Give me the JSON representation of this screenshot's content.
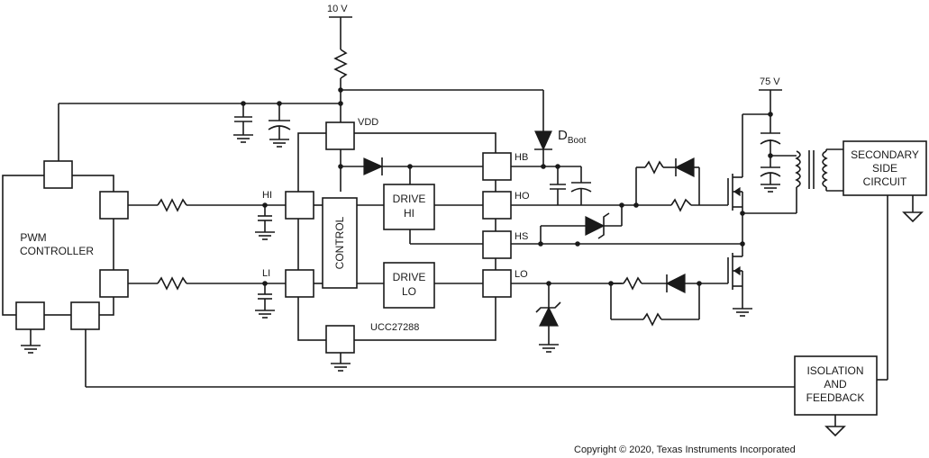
{
  "supplies": {
    "vcc": "10 V",
    "vin": "75 V"
  },
  "ic": {
    "part": "UCC27288",
    "control": "CONTROL",
    "drive_hi": [
      "DRIVE",
      "HI"
    ],
    "drive_lo": [
      "DRIVE",
      "LO"
    ]
  },
  "pins": {
    "vdd": "VDD",
    "hb": "HB",
    "ho": "HO",
    "hs": "HS",
    "lo": "LO",
    "hi": "HI",
    "li": "LI"
  },
  "diode_boot": {
    "main": "D",
    "sub": "Boot"
  },
  "blocks": {
    "pwm": [
      "PWM",
      "CONTROLLER"
    ],
    "secondary": [
      "SECONDARY",
      "SIDE",
      "CIRCUIT"
    ],
    "isolation": [
      "ISOLATION",
      "AND",
      "FEEDBACK"
    ]
  },
  "copyright": "Copyright © 2020, Texas Instruments Incorporated"
}
